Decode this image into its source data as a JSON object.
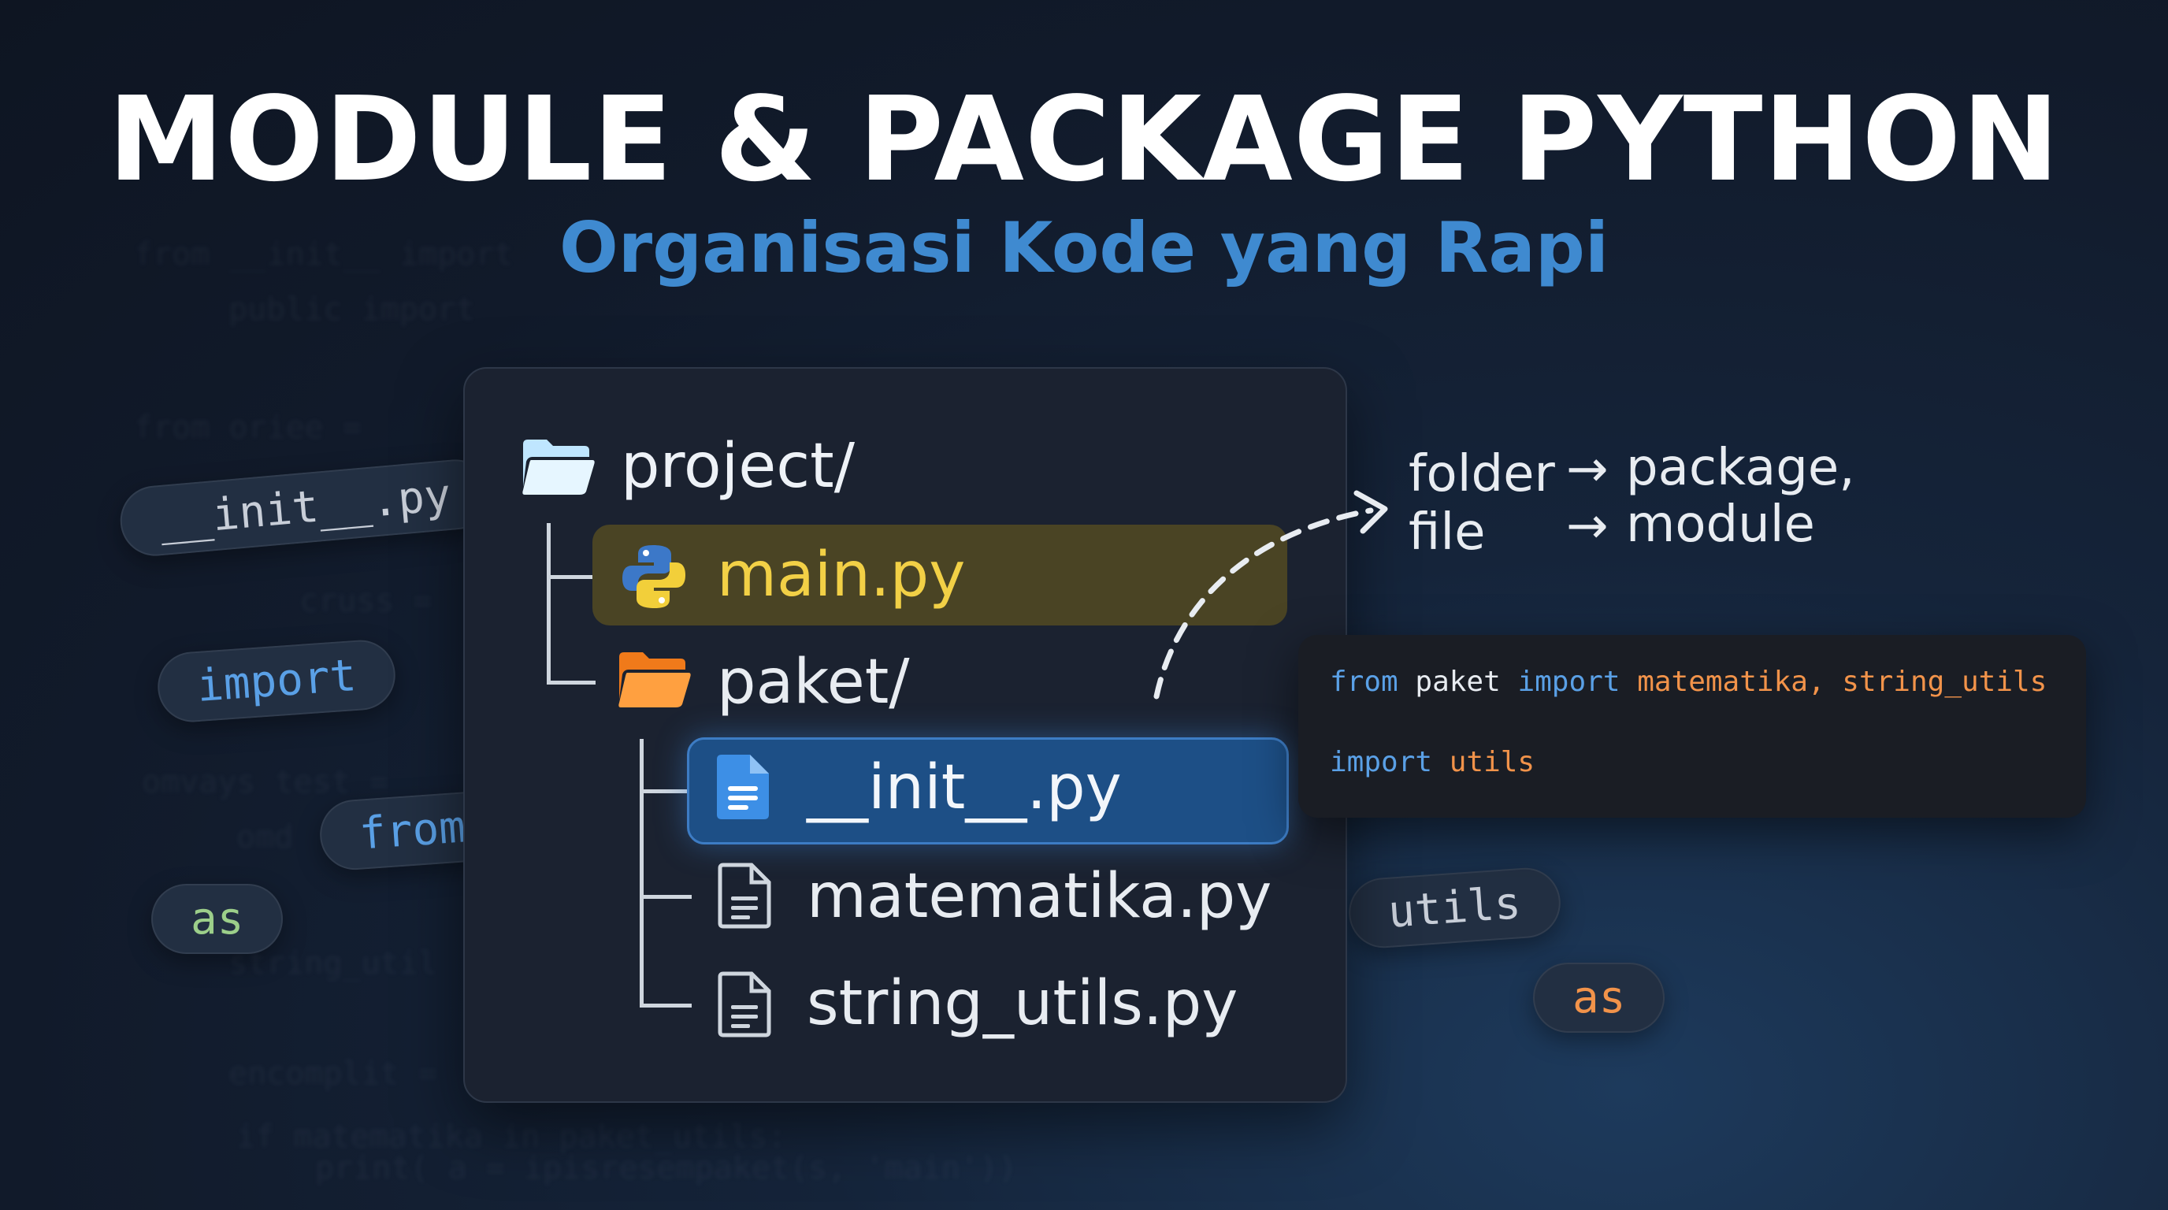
{
  "header": {
    "title": "MODULE & PACKAGE PYTHON",
    "subtitle": "Organisasi Kode yang Rapi"
  },
  "pills": {
    "init": "__init__.py",
    "import": "import",
    "from": "from",
    "as_left": "as",
    "utils": "utils",
    "as_right": "as"
  },
  "tree": {
    "root": "project/",
    "main": "main.py",
    "package": "paket/",
    "init": "__init__.py",
    "matematika": "matematika.py",
    "string_utils": "string_utils.py"
  },
  "annotation": {
    "line1_left": "folder",
    "line1_right": "package,",
    "line2_left": "file",
    "line2_right": "module",
    "arrow": "→"
  },
  "code": {
    "line1": {
      "from": "from",
      "pkg": "paket",
      "import": "import",
      "mods": "matematika, string_utils"
    },
    "line2": {
      "import": "import",
      "mod": "utils"
    }
  },
  "colors": {
    "accent_blue": "#3f8ad0",
    "keyword_blue": "#5aa0e6",
    "module_orange": "#f2934a",
    "highlight_yellow": "#f2d046",
    "as_green": "#9ccf8a"
  },
  "icons": {
    "root": "folder-open-icon",
    "main": "python-icon",
    "package": "folder-open-icon",
    "init": "document-icon",
    "matematika": "document-outline-icon",
    "string_utils": "document-outline-icon"
  }
}
